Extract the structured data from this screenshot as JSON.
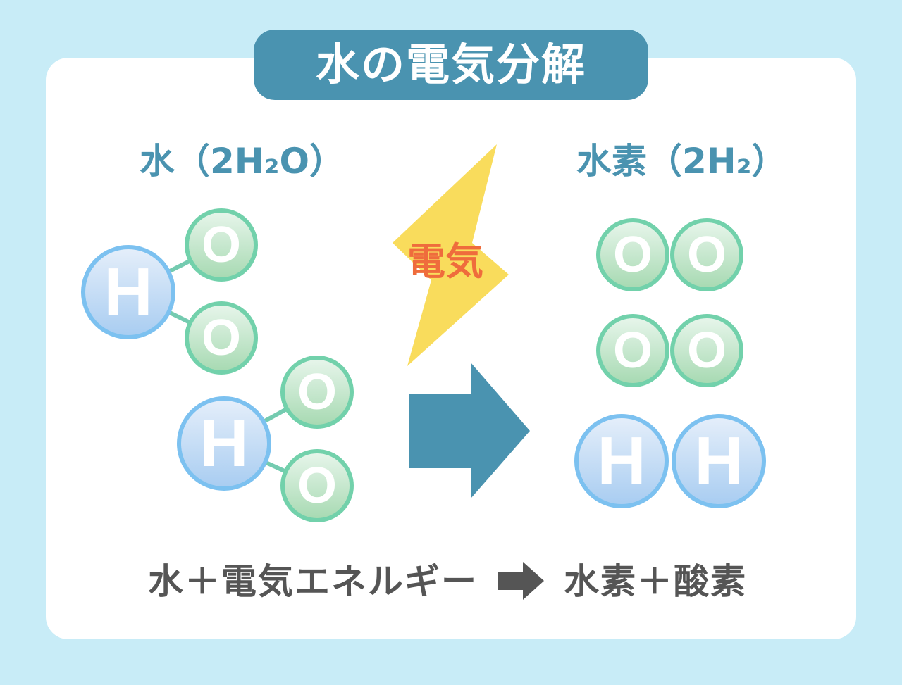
{
  "title": "水の電気分解",
  "reactant_heading": "水（2H₂O）",
  "product_heading": "水素（2H₂）",
  "energy_label": "電気",
  "reactant_molecules": [
    {
      "atoms": [
        "H",
        "O",
        "O"
      ]
    },
    {
      "atoms": [
        "H",
        "O",
        "O"
      ]
    }
  ],
  "product_molecules": [
    {
      "atoms": [
        "O",
        "O"
      ]
    },
    {
      "atoms": [
        "O",
        "O"
      ]
    },
    {
      "atoms": [
        "H",
        "H"
      ]
    }
  ],
  "equation": {
    "left": "水＋電気エネルギー",
    "right": "水素＋酸素"
  },
  "icons": {
    "energy": "lightning-bolt-icon",
    "reaction": "right-arrow-icon",
    "equation": "right-arrow-icon"
  },
  "colors": {
    "background": "#c8ecf7",
    "panel": "#ffffff",
    "accent": "#4a93b0",
    "title_text": "#ffffff",
    "bolt": "#f9dc5c",
    "energy_text": "#ef6c3c",
    "equation_text": "#555555",
    "hydrogen_fill": "#a9cdf1",
    "hydrogen_ring": "#7cc1f0",
    "oxygen_fill": "#a8dab3",
    "oxygen_ring": "#72d1ab",
    "bond": "#74cbb0"
  }
}
